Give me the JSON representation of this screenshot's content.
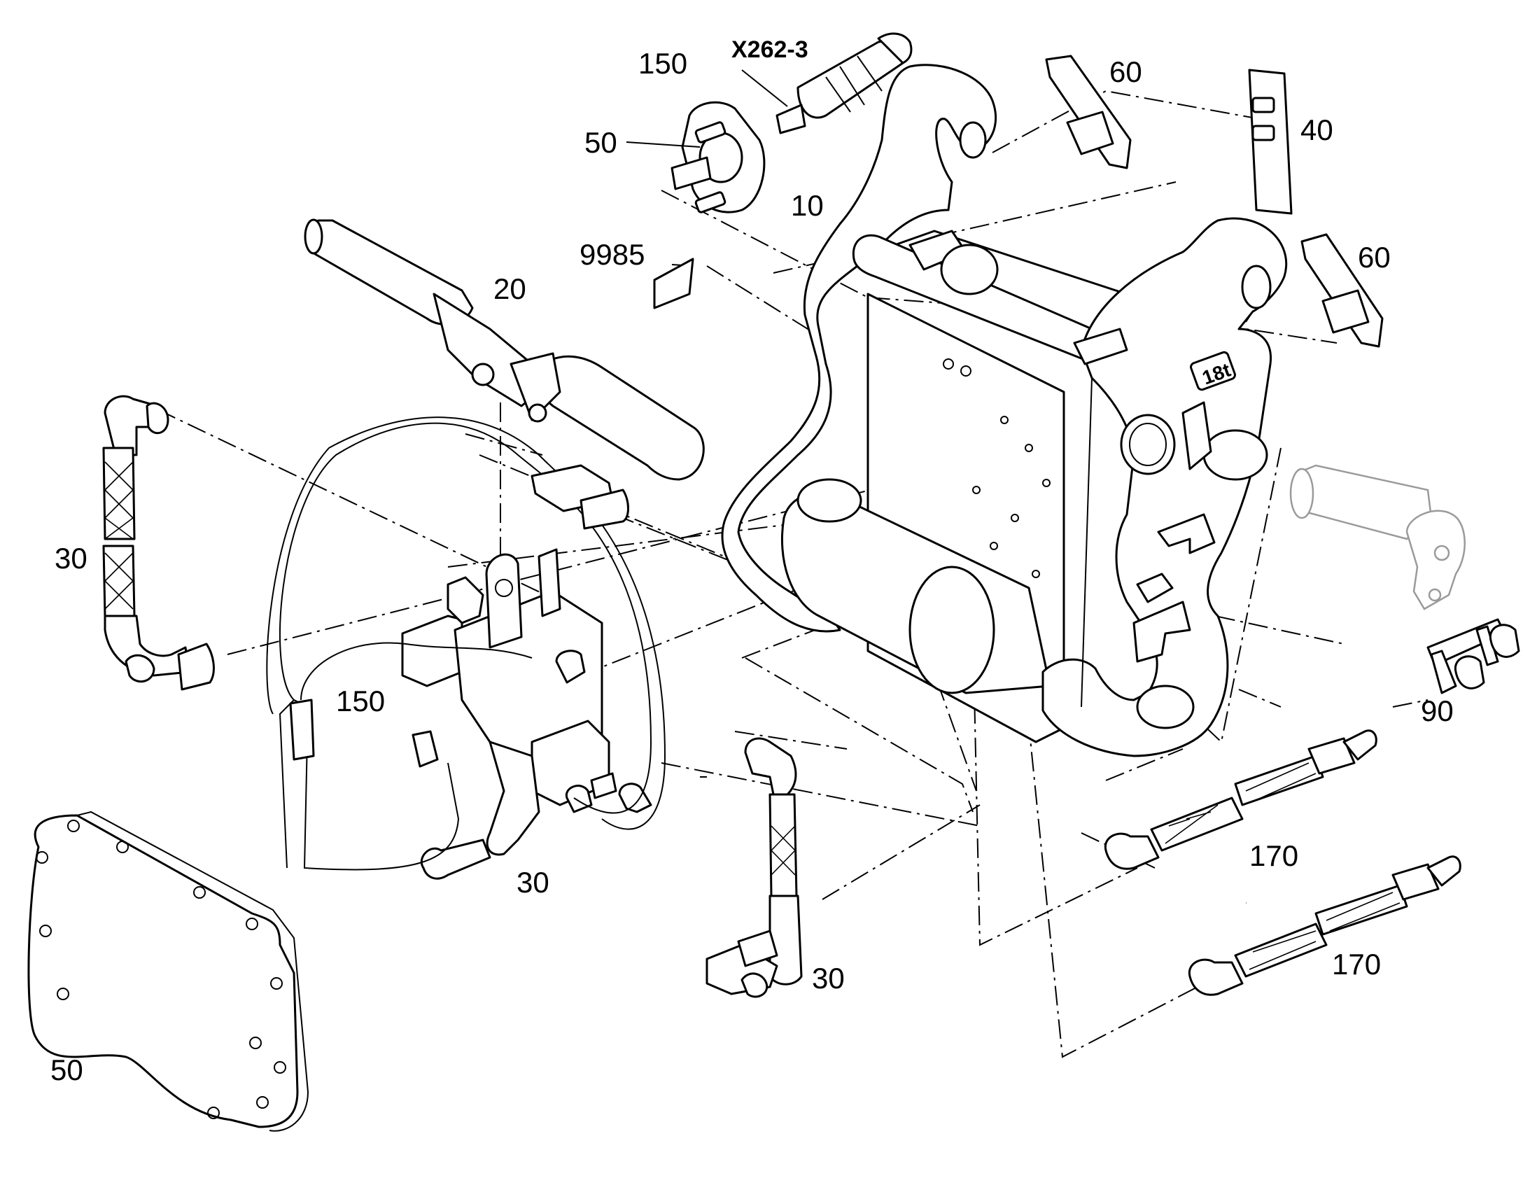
{
  "connector_label": "X262-3",
  "callouts": {
    "c150_top": "150",
    "c50_top": "50",
    "c10": "10",
    "c60_top": "60",
    "c40": "40",
    "c60_right": "60",
    "c9985": "9985",
    "c20": "20",
    "c30_left": "30",
    "c150_mid": "150",
    "c30_valve": "30",
    "c30_fitting": "30",
    "c50_cover": "50",
    "c90": "90",
    "c170_top": "170",
    "c170_bottom": "170"
  },
  "frame_marking": "18t"
}
